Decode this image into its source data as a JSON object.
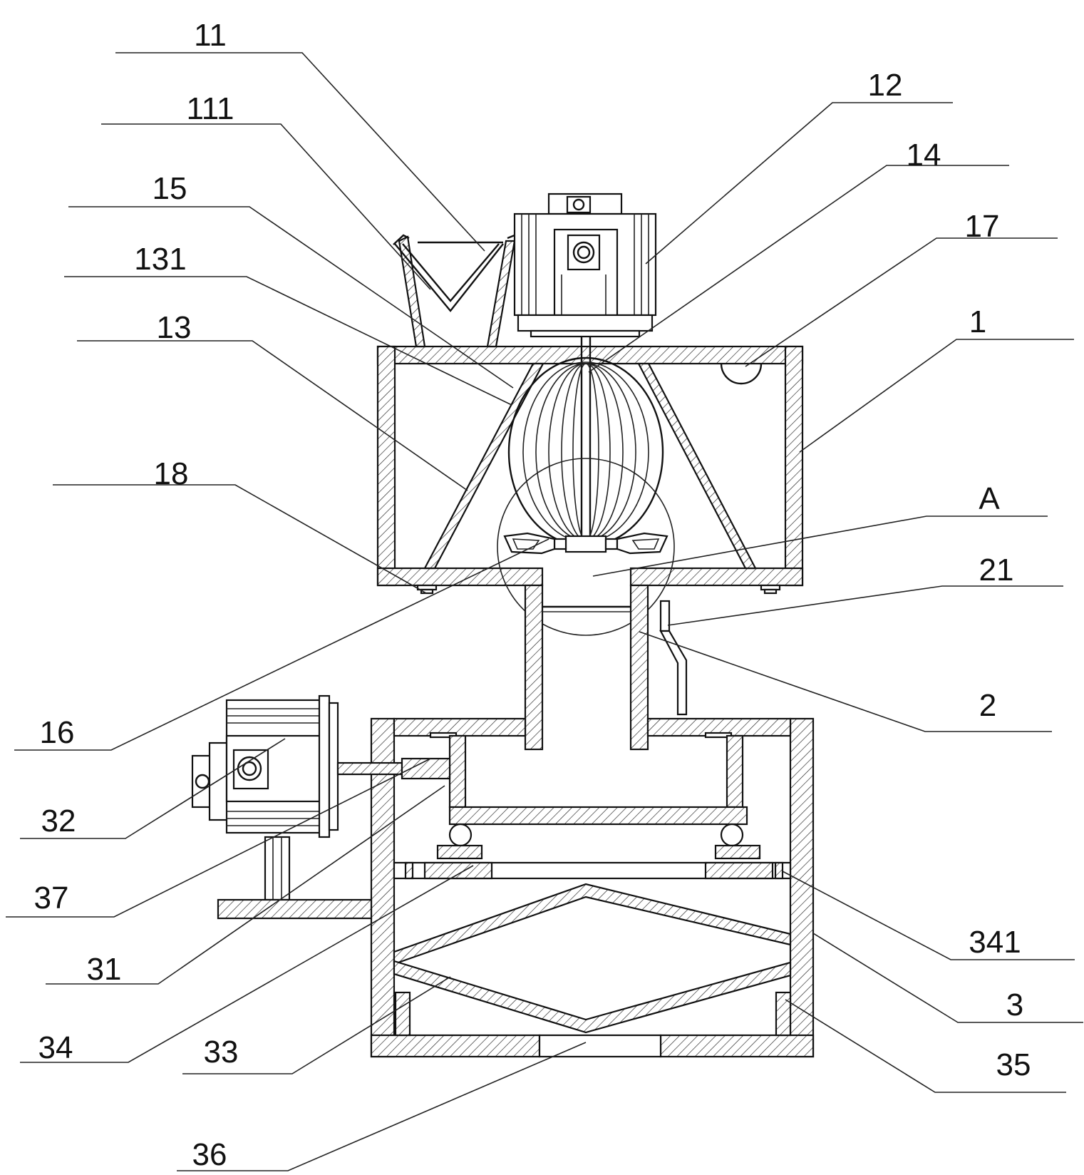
{
  "diagram": {
    "labels": [
      {
        "id": "11",
        "text": "11"
      },
      {
        "id": "111",
        "text": "111"
      },
      {
        "id": "15",
        "text": "15"
      },
      {
        "id": "131",
        "text": "131"
      },
      {
        "id": "13",
        "text": "13"
      },
      {
        "id": "18",
        "text": "18"
      },
      {
        "id": "16",
        "text": "16"
      },
      {
        "id": "32",
        "text": "32"
      },
      {
        "id": "37",
        "text": "37"
      },
      {
        "id": "31",
        "text": "31"
      },
      {
        "id": "34",
        "text": "34"
      },
      {
        "id": "33",
        "text": "33"
      },
      {
        "id": "36",
        "text": "36"
      },
      {
        "id": "12",
        "text": "12"
      },
      {
        "id": "14",
        "text": "14"
      },
      {
        "id": "17",
        "text": "17"
      },
      {
        "id": "1",
        "text": "1"
      },
      {
        "id": "A",
        "text": "A"
      },
      {
        "id": "21",
        "text": "21"
      },
      {
        "id": "2",
        "text": "2"
      },
      {
        "id": "341",
        "text": "341"
      },
      {
        "id": "3",
        "text": "3"
      },
      {
        "id": "35",
        "text": "35"
      }
    ]
  }
}
